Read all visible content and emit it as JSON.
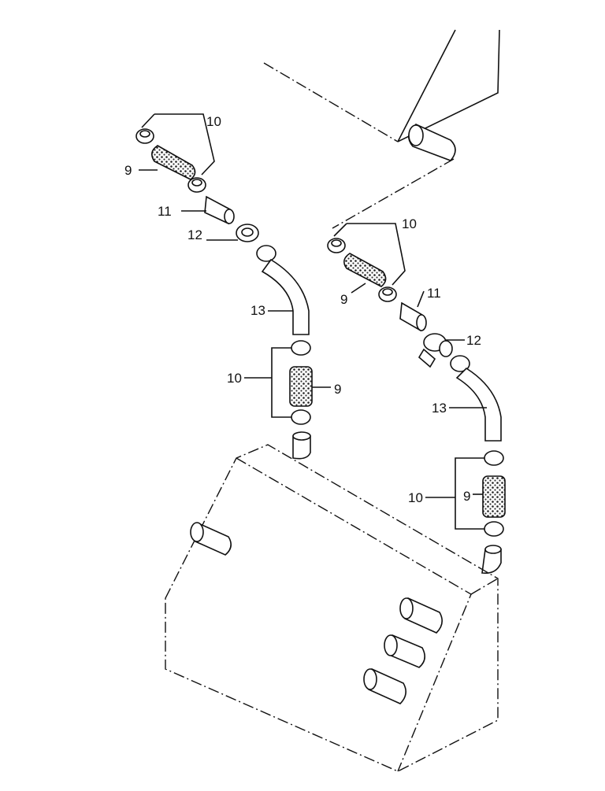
{
  "callouts": {
    "left_clamp_set": "10",
    "left_filter": "9",
    "left_fitting": "11",
    "left_adapter": "12",
    "left_hose": "13",
    "left_lower_clamp_set": "10",
    "left_lower_filter": "9",
    "right_clamp_set": "10",
    "right_filter": "9",
    "right_fitting": "11",
    "right_adapter": "12",
    "right_hose": "13",
    "right_lower_clamp_set": "10",
    "right_lower_filter": "9"
  }
}
